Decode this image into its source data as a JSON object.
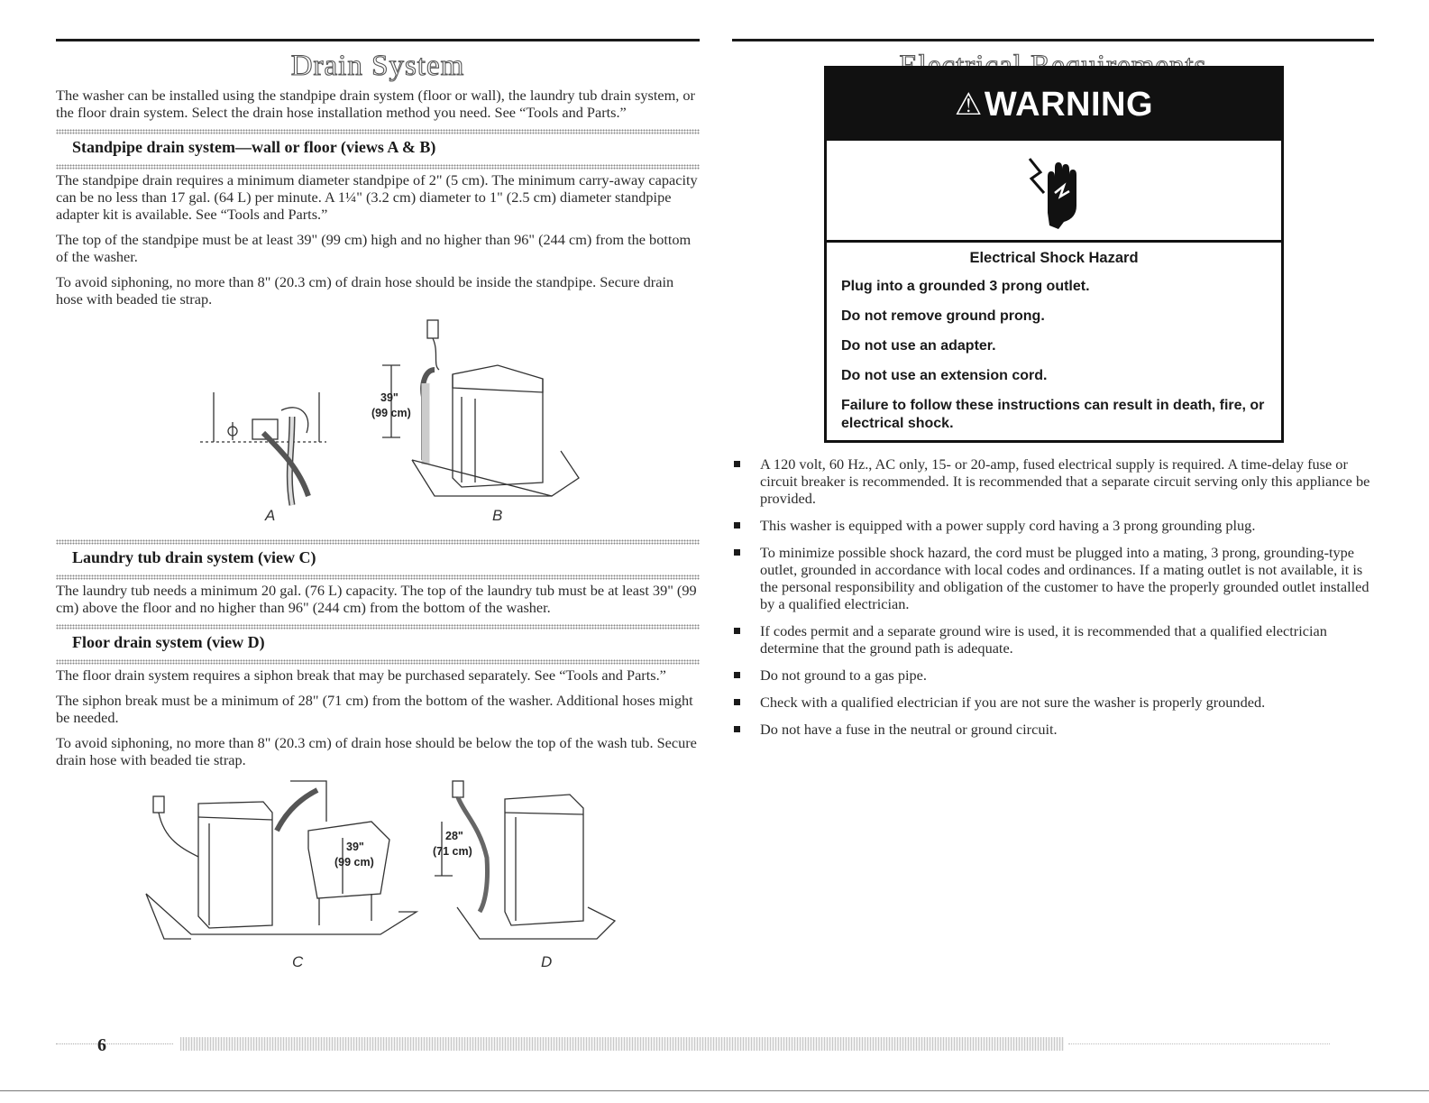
{
  "left": {
    "title": "Drain System",
    "intro": "The washer can be installed using the standpipe drain system (floor or wall), the laundry tub drain system, or the floor drain system. Select the drain hose installation method you need. See “Tools and Parts.”",
    "standpipe": {
      "heading": "Standpipe drain system—wall or floor (views A & B)",
      "p1": "The standpipe drain requires a minimum diameter standpipe of 2\" (5 cm). The minimum carry-away capacity can be no less than 17 gal. (64 L) per minute. A 1¼\" (3.2 cm) diameter to 1\" (2.5 cm) diameter standpipe adapter kit is available. See “Tools and Parts.”",
      "p2": "The top of the standpipe must be at least 39\" (99 cm) high and no higher than 96\" (244 cm) from the bottom of the washer.",
      "p3": "To avoid siphoning, no more than 8\" (20.3 cm) of drain hose should be inside the standpipe. Secure drain hose with beaded tie strap.",
      "caption_a": "A",
      "caption_b": "B",
      "dim_b_1": "39\"",
      "dim_b_2": "(99 cm)"
    },
    "laundry": {
      "heading": "Laundry tub drain system (view C)",
      "p1": "The laundry tub needs a minimum 20 gal. (76 L) capacity. The top of the laundry tub must be at least 39\" (99 cm) above the floor and no higher than 96\" (244 cm) from the bottom of the washer."
    },
    "floor": {
      "heading": "Floor drain system (view D)",
      "p1": "The floor drain system requires a siphon break that may be purchased separately. See “Tools and Parts.”",
      "p2": "The siphon break must be a minimum of 28\" (71 cm) from the bottom of the washer. Additional hoses might be needed.",
      "p3": "To avoid siphoning, no more than 8\" (20.3 cm) of drain hose should be below the top of the wash tub. Secure drain hose with beaded tie strap.",
      "caption_c": "C",
      "caption_d": "D",
      "dim_c_1": "39\"",
      "dim_c_2": "(99 cm)",
      "dim_d_1": "28\"",
      "dim_d_2": "(71 cm)"
    }
  },
  "right": {
    "title": "Electrical Requirements",
    "warning": {
      "header": "WARNING",
      "hazard": "Electrical Shock Hazard",
      "lines": [
        "Plug into a grounded 3 prong outlet.",
        "Do not remove ground prong.",
        "Do not use an adapter.",
        "Do not use an extension cord.",
        "Failure to follow these instructions can result in death, fire, or electrical shock."
      ]
    },
    "bullets": [
      "A 120 volt, 60 Hz., AC only, 15- or 20-amp, fused electrical supply is required. A time-delay fuse or circuit breaker is recommended. It is recommended that a separate circuit serving only this appliance be provided.",
      "This washer is equipped with a power supply cord having a 3 prong grounding plug.",
      "To minimize possible shock hazard, the cord must be plugged into a mating, 3 prong, grounding-type outlet, grounded in accordance with local codes and ordinances. If a mating outlet is not available, it is the personal responsibility and obligation of the customer to have the properly grounded outlet installed by a qualified electrician.",
      "If codes permit and a separate ground wire is used, it is recommended that a qualified electrician determine that the ground path is adequate.",
      "Do not ground to a gas pipe.",
      "Check with a qualified electrician if you are not sure the washer is properly grounded.",
      "Do not have a fuse in the neutral or ground circuit."
    ]
  },
  "footer": {
    "page_number": "6"
  }
}
